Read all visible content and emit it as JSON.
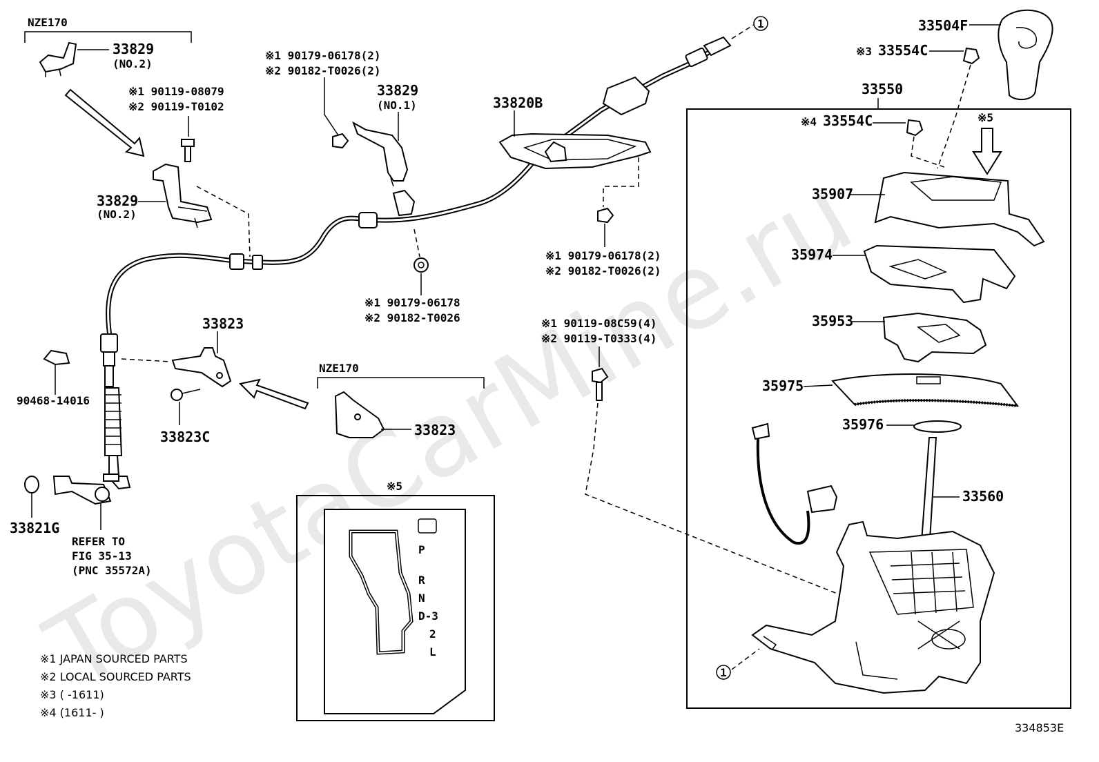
{
  "watermark": "ToyotaCarMine.ru",
  "figure_code": "334853E",
  "group_labels": {
    "nze170_top": "NZE170",
    "nze170_mid": "NZE170"
  },
  "parts": {
    "p33829_top": "33829",
    "p33829_top_sub": "(NO.2)",
    "p33829_left": "33829",
    "p33829_left_sub": "(NO.2)",
    "p33829_mid": "33829",
    "p33829_mid_sub": "(NO.1)",
    "p33820B": "33820B",
    "p33823_a": "33823",
    "p33823C": "33823C",
    "p33823_b": "33823",
    "p90468": "90468-14016",
    "p33821G": "33821G",
    "p33504F": "33504F",
    "p33554C_a": "33554C",
    "p33554C_b": "33554C",
    "p33550": "33550",
    "p35907": "35907",
    "p35974": "35974",
    "p35953": "35953",
    "p35975": "35975",
    "p35976": "35976",
    "p33560": "33560"
  },
  "bolts": {
    "b1_l1": "※1 90119-08079",
    "b1_l2": "※2 90119-T0102",
    "b2_l1": "※1 90179-06178(2)",
    "b2_l2": "※2 90182-T0026(2)",
    "b3_l1": "※1 90179-06178",
    "b3_l2": "※2 90182-T0026",
    "b4_l1": "※1 90179-06178(2)",
    "b4_l2": "※2 90182-T0026(2)",
    "b5_l1": "※1 90119-08C59(4)",
    "b5_l2": "※2 90119-T0333(4)"
  },
  "marks": {
    "m3": "※3",
    "m4": "※4",
    "m5_arrow": "※5",
    "m5_box": "※5",
    "ref1": "1",
    "ref2": "1"
  },
  "refer": {
    "l1": "REFER TO",
    "l2": "FIG 35-13",
    "l3": "(PNC 35572A)"
  },
  "gate_positions": [
    "P",
    "R",
    "N",
    "D-3",
    "2",
    "L"
  ],
  "legend": [
    "※1 JAPAN SOURCED PARTS",
    "※2 LOCAL SOURCED PARTS",
    "※3 (      -1611)",
    "※4 (1611-      )"
  ]
}
